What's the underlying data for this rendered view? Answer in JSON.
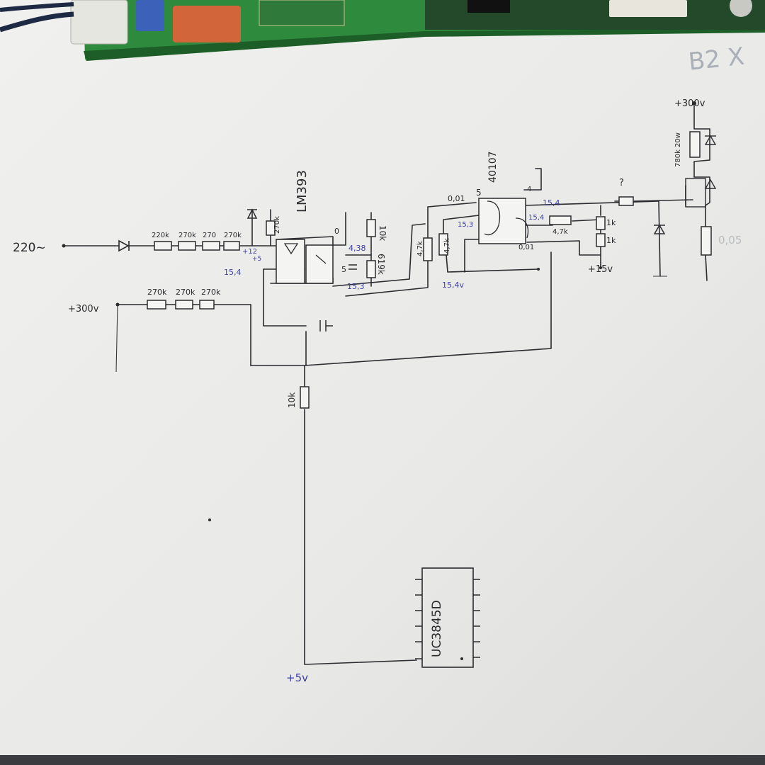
{
  "sheet": {
    "corner_note": "B2 X"
  },
  "labels": {
    "input_ac": "220~",
    "input_dc": "+300v",
    "top_supply": "+300v",
    "r_220_1": "220k",
    "r_220_2": "270k",
    "r_220_3": "270",
    "r_220_4": "270k",
    "r_300_1": "270k",
    "r_300_2": "270k",
    "r_300_3": "270k",
    "r_divider": "270k",
    "comparator_ic": "LM393",
    "cmos_ic": "40107",
    "v_plus12": "+12",
    "v_plus5": "+5",
    "v_15_4a": "15,4",
    "r_10k_top": "10k",
    "r_619k": "619k",
    "v_4_38": "4,38",
    "v_15_3a": "15,3",
    "pin_5": "5",
    "pin_0": "0",
    "r_4_7k_a": "4,7k",
    "r_4_7k_b": "4,7k",
    "c_001_a": "0,01",
    "pin_5_top": "5",
    "v_15_3b": "15,3",
    "v_15_4v": "15,4v",
    "c_001_b": "0,01",
    "pin_4": "4",
    "v_15_4b": "15,4",
    "v_15_4c": "15,4",
    "r_4_7k_c": "4,7k",
    "r_1k_a": "1k",
    "r_1k_b": "1k",
    "v_plus15": "+15v",
    "question": "?",
    "r_780k": "780k 20w",
    "r_0_05": "0,05",
    "r_10k_mid": "10k",
    "pwm_ic": "UC3845D",
    "v_plus5v": "+5v"
  },
  "colors": {
    "paper": "#ececea",
    "pcb_green": "#2e8a3c",
    "ink": "#2a2a2e",
    "blue_ink": "#3d3fa6"
  }
}
